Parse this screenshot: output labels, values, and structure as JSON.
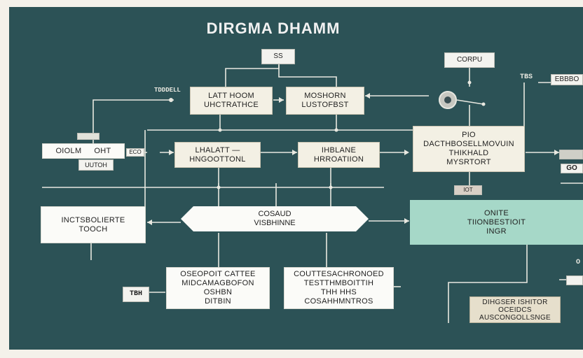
{
  "title": "DIRGMA DHAMM",
  "boxes": {
    "top_left": [
      "LATT HOOM",
      "UHCTRATHCE"
    ],
    "top_middle": [
      "MOSHORN",
      "LUSTOFBST"
    ],
    "mid_left": [
      "LHALATT —",
      "HNGOOTTONL"
    ],
    "mid_middle": [
      "IHBLANE",
      "HRROATIION"
    ],
    "right_process": [
      "PIO",
      "DACTHBOSELLMOVUIN",
      "THIKHALD",
      "MYSRTORT"
    ],
    "left_bottom": [
      "INCTSBOLIERTE",
      "TOOCH"
    ],
    "hex_center": [
      "COSAUD",
      "VISBHINNE"
    ],
    "mint_box": [
      "ONITE",
      "TIIONBESTIOIT",
      "INGR"
    ],
    "bottom_left": [
      "OSEOPOIT CATTEE",
      "MIDCAMAGBOFON",
      "OSHBN",
      "DITBIN"
    ],
    "bottom_middle": [
      "COUTTESACHRONOED",
      "TESTTHMBOITTIH",
      "THH HHS",
      "COSAHHMNTROS"
    ],
    "bottom_right": [
      "DIHGSER ISHITOR",
      "OCEIDCS",
      "AUSCONGOLLSNGE"
    ]
  },
  "tags": {
    "ss": "SS",
    "corpu": "CORPU",
    "tbs": "TBS",
    "ebbbo": "EBBBO",
    "tdddell": "TDDDELL",
    "oiolm_left": "OIOLM",
    "oiolm_right": "OHT",
    "oiolm_sub": "UUTOH",
    "eco": "ECO",
    "tbh": "TBH",
    "go": "GO",
    "small_right_top": "—",
    "small_tag": "IOT",
    "o": "O"
  },
  "colors": {
    "background": "#2c5256",
    "line": "#e8e8e0",
    "mint": "#a6d8c8",
    "cream": "#f3f0e4"
  }
}
